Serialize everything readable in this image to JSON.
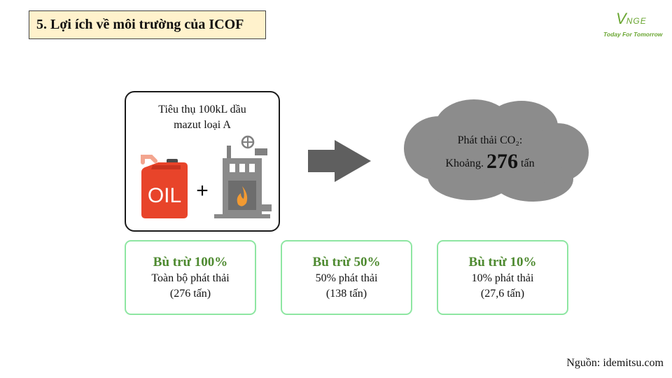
{
  "header": {
    "title": "5. Lợi ích về môi trường của ICOF"
  },
  "logo": {
    "mark_initial": "V",
    "mark_rest": "NGE",
    "tagline": "Today For Tomorrow"
  },
  "fuel": {
    "line1": "Tiêu thụ 100kL dầu",
    "line2": "mazut loại A",
    "can_label": "OIL",
    "plus": "+",
    "icons": [
      "oil-can-icon",
      "boiler-icon"
    ]
  },
  "emission": {
    "line1": "Phát thải CO₂:",
    "prefix": "Khoảng.",
    "value": "276",
    "unit": "tấn"
  },
  "offsets": [
    {
      "title": "Bù trừ 100%",
      "line1": "Toàn bộ phát thải",
      "line2": "(276 tấn)"
    },
    {
      "title": "Bù trừ 50%",
      "line1": "50% phát thải",
      "line2": "(138 tấn)"
    },
    {
      "title": "Bù trừ 10%",
      "line1": "10% phát thải",
      "line2": "(27,6 tấn)"
    }
  ],
  "source": "Nguồn: idemitsu.com",
  "colors": {
    "title_bg": "#fff2cc",
    "offset_border": "#8ee6a2",
    "offset_title": "#4e8a30",
    "cloud": "#8c8c8c",
    "arrow": "#5f5f5f",
    "oil_can": "#e8442a",
    "logo_green": "#6aa632"
  }
}
